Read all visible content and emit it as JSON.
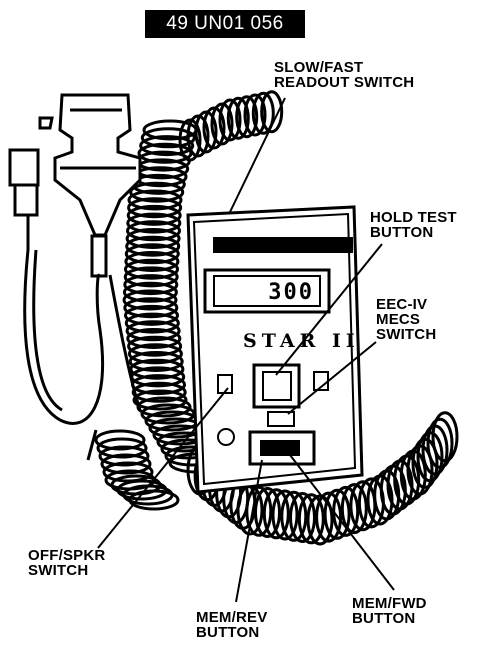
{
  "figure_tag": "49 UN01 056",
  "labels": {
    "slow_fast": [
      "SLOW/FAST",
      "READOUT SWITCH"
    ],
    "hold_test": [
      "HOLD TEST",
      "BUTTON"
    ],
    "eec_iv": [
      "EEC-IV",
      "MECS",
      "SWITCH"
    ],
    "off_spkr": [
      "OFF/SPKR",
      "SWITCH"
    ],
    "mem_fwd": [
      "MEM/FWD",
      "BUTTON"
    ],
    "mem_rev": [
      "MEM/REV",
      "BUTTON"
    ]
  },
  "display_value": "300",
  "model_name": "STAR II"
}
